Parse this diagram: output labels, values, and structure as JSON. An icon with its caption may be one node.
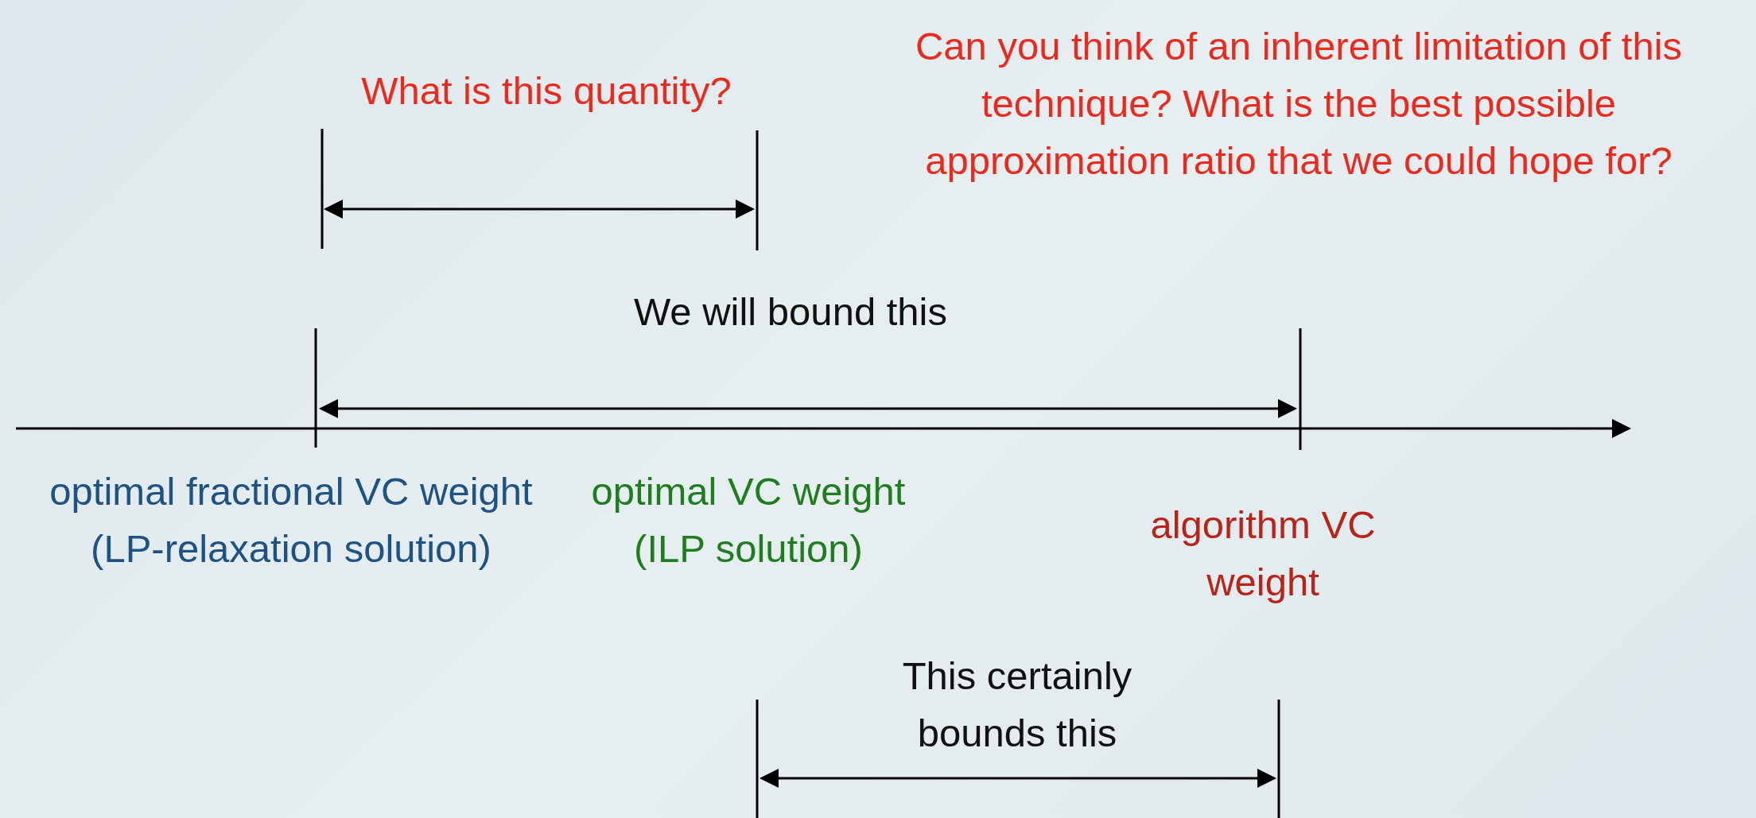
{
  "diagram": {
    "labels": [
      "What is this quantity?",
      "Can you think of an inherent limitation of this technique? What is the best possible approximation ratio that we could hope for?",
      "We will bound this",
      "optimal fractional VC weight (LP-relaxation solution)",
      "optimal VC weight (ILP solution)",
      "algorithm VC weight",
      "This certainly bounds this"
    ]
  }
}
